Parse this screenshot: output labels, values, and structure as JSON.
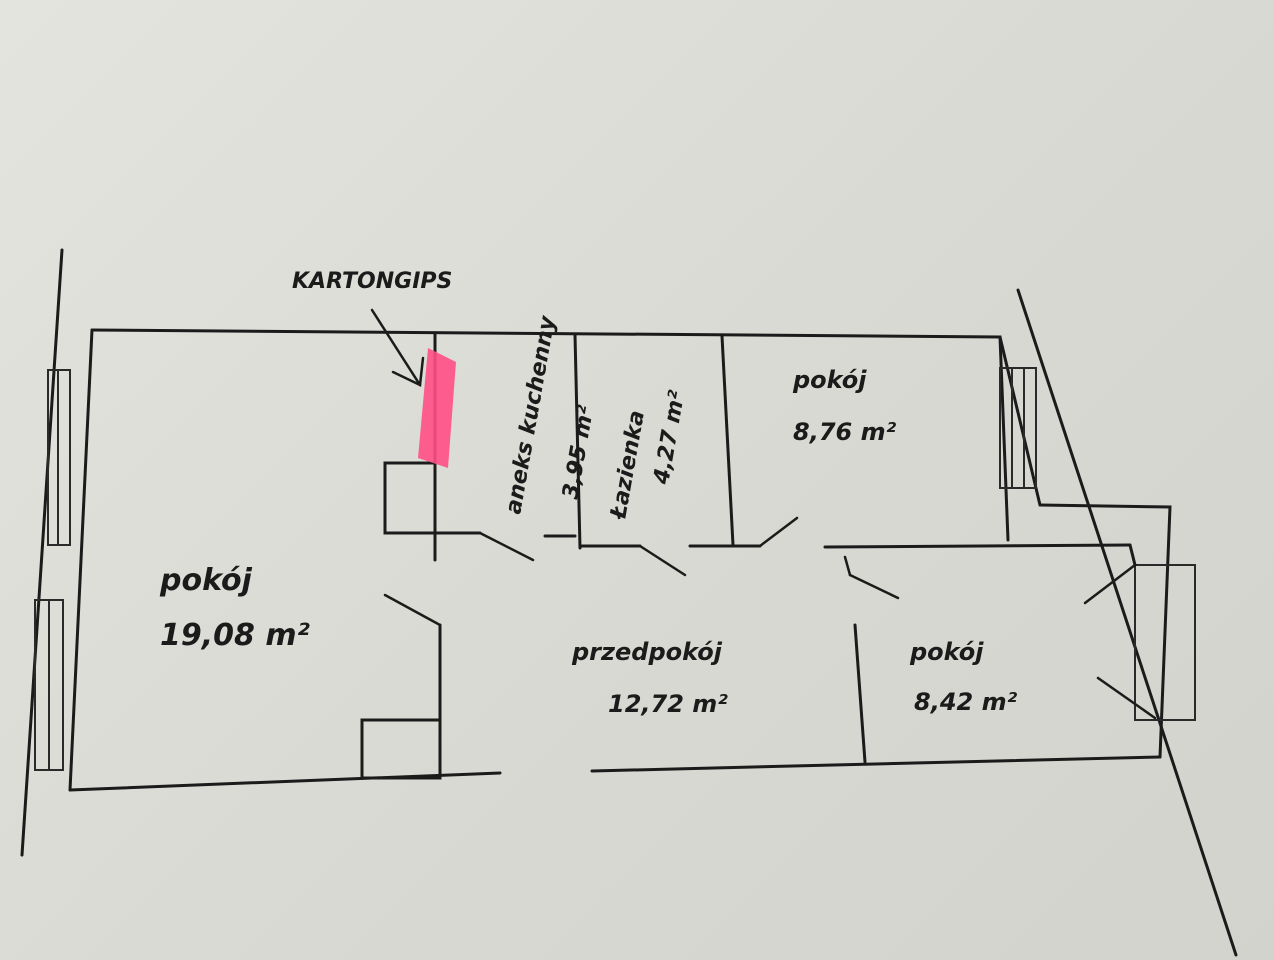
{
  "annotation": {
    "label": "KARTONGIPS",
    "highlight_color": "#ff4f86"
  },
  "rooms": [
    {
      "name": "pokój",
      "area": "19,08 m²"
    },
    {
      "name": "aneks kuchenny",
      "area": "3,95 m²"
    },
    {
      "name": "Łazienka",
      "area": "4,27 m²"
    },
    {
      "name": "pokój",
      "area": "8,76 m²"
    },
    {
      "name": "przedpokój",
      "area": "12,72 m²"
    },
    {
      "name": "pokój",
      "area": "8,42 m²"
    }
  ],
  "colors": {
    "ink": "#1b1b1b",
    "paper": "#dcdcd6"
  }
}
